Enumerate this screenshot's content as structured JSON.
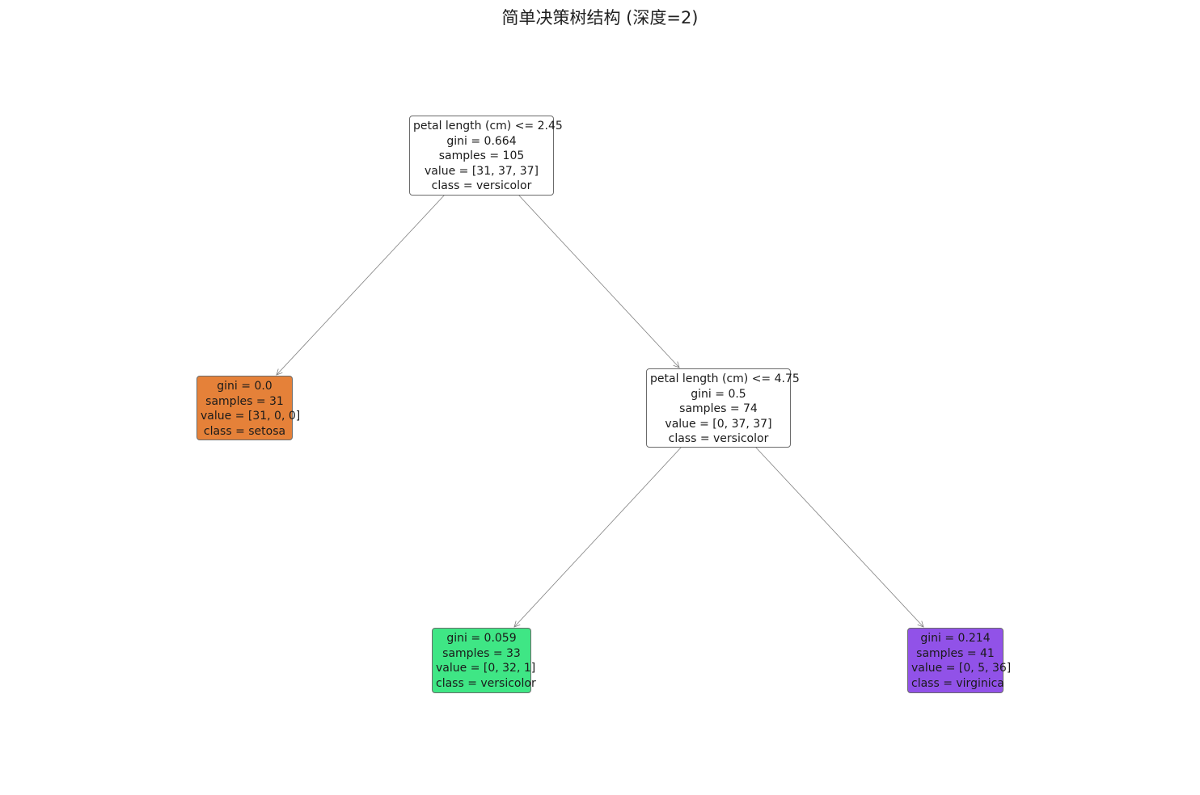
{
  "title": "简单决策树结构 (深度=2)",
  "nodes": {
    "root": {
      "split": "petal length (cm) <= 2.45",
      "gini": "gini = 0.664",
      "samples": "samples = 105",
      "value": "value = [31, 37, 37]",
      "class": "class = versicolor",
      "color": "#ffffff"
    },
    "left": {
      "gini": "gini = 0.0",
      "samples": "samples = 31",
      "value": "value = [31, 0, 0]",
      "class": "class = setosa",
      "color": "#e58139"
    },
    "right": {
      "split": "petal length (cm) <= 4.75",
      "gini": "gini = 0.5",
      "samples": "samples = 74",
      "value": "value = [0, 37, 37]",
      "class": "class = versicolor",
      "color": "#ffffff"
    },
    "right_left": {
      "gini": "gini = 0.059",
      "samples": "samples = 33",
      "value": "value = [0, 32, 1]",
      "class": "class = versicolor",
      "color": "#3fe685"
    },
    "right_right": {
      "gini": "gini = 0.214",
      "samples": "samples = 41",
      "value": "value = [0, 5, 36]",
      "class": "class = virginica",
      "color": "#9152e8"
    }
  },
  "edge_color": "#7f7f7f"
}
